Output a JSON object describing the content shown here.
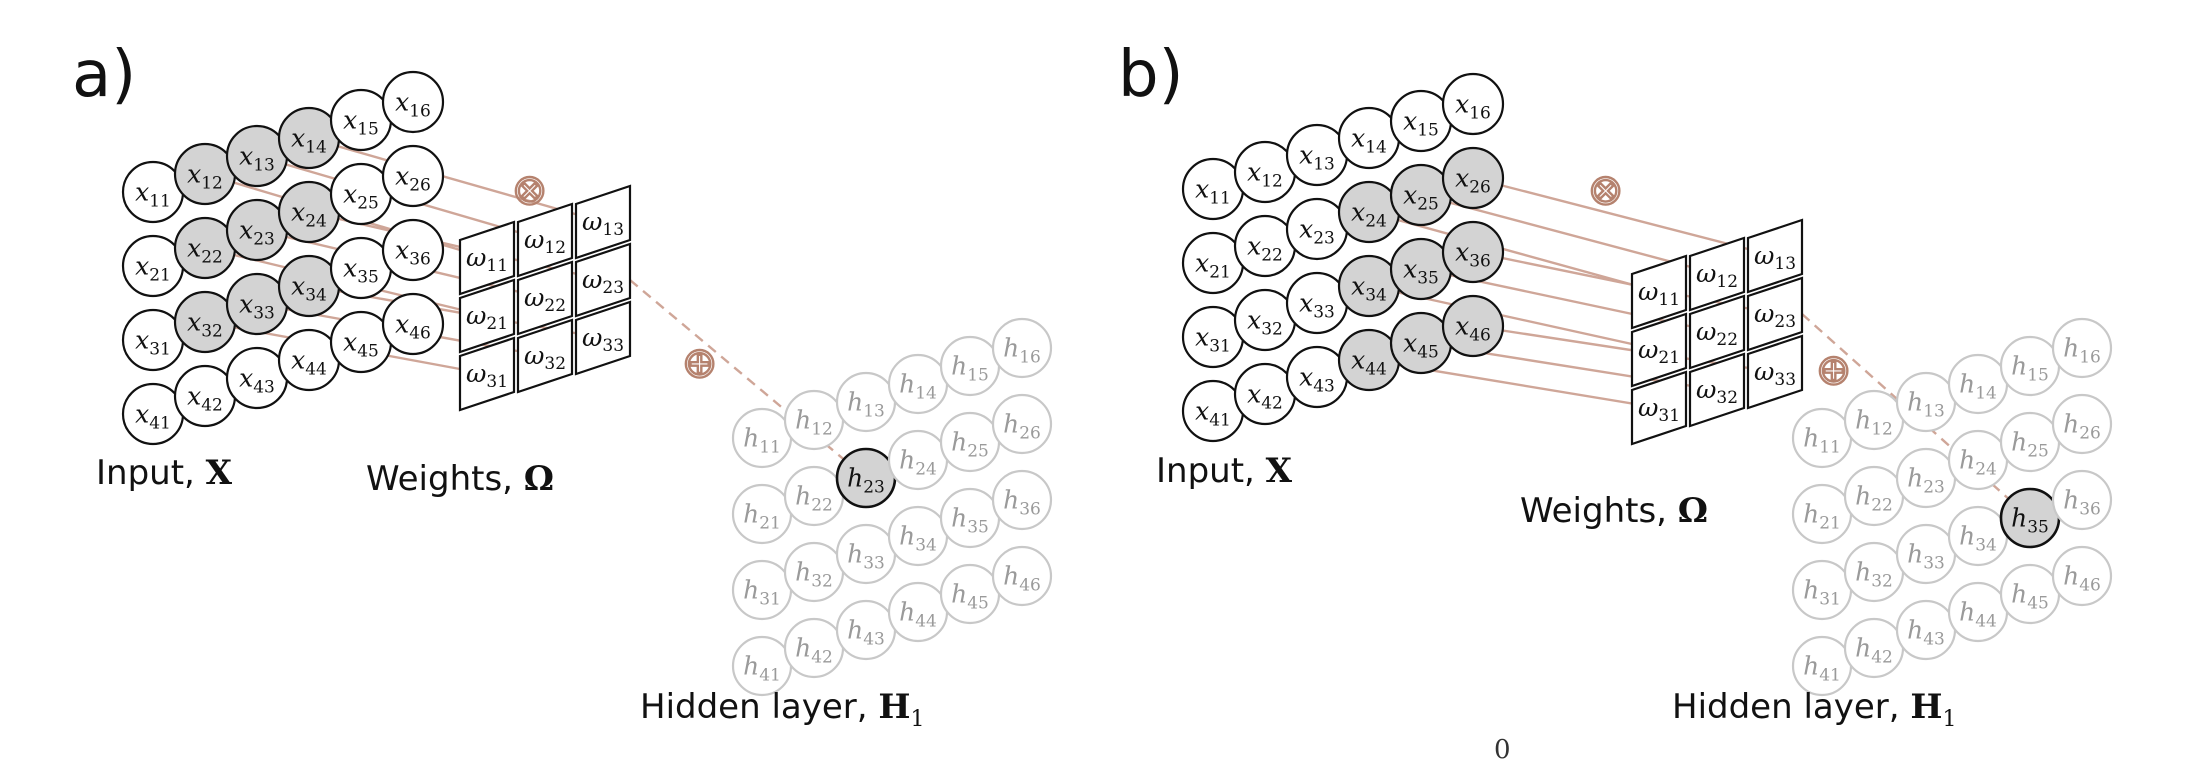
{
  "panels": [
    {
      "id": "a",
      "label": "a)",
      "input_caption": "Input, ",
      "input_symbol": "X",
      "weights_caption": "Weights, ",
      "weights_symbol": "Ω",
      "hidden_caption": "Hidden layer, ",
      "hidden_symbol": "H",
      "hidden_subscript": "1",
      "input_nodes": [
        [
          "11",
          "12",
          "13",
          "14",
          "15",
          "16"
        ],
        [
          "21",
          "22",
          "23",
          "24",
          "25",
          "26"
        ],
        [
          "31",
          "32",
          "33",
          "34",
          "35",
          "36"
        ],
        [
          "41",
          "42",
          "43",
          "44",
          "45",
          "46"
        ]
      ],
      "highlighted_inputs": [
        "12",
        "13",
        "14",
        "22",
        "23",
        "24",
        "32",
        "33",
        "34"
      ],
      "weights": [
        [
          "11",
          "12",
          "13"
        ],
        [
          "21",
          "22",
          "23"
        ],
        [
          "31",
          "32",
          "33"
        ]
      ],
      "hidden_nodes": [
        [
          "11",
          "12",
          "13",
          "14",
          "15",
          "16"
        ],
        [
          "21",
          "22",
          "23",
          "24",
          "25",
          "26"
        ],
        [
          "31",
          "32",
          "33",
          "34",
          "35",
          "36"
        ],
        [
          "41",
          "42",
          "43",
          "44",
          "45",
          "46"
        ]
      ],
      "highlighted_hidden": "23",
      "multiply_symbol": "⊗",
      "add_symbol": "⊕"
    },
    {
      "id": "b",
      "label": "b)",
      "input_caption": "Input, ",
      "input_symbol": "X",
      "weights_caption": "Weights, ",
      "weights_symbol": "Ω",
      "hidden_caption": "Hidden layer, ",
      "hidden_symbol": "H",
      "hidden_subscript": "1",
      "input_nodes": [
        [
          "11",
          "12",
          "13",
          "14",
          "15",
          "16"
        ],
        [
          "21",
          "22",
          "23",
          "24",
          "25",
          "26"
        ],
        [
          "31",
          "32",
          "33",
          "34",
          "35",
          "36"
        ],
        [
          "41",
          "42",
          "43",
          "44",
          "45",
          "46"
        ]
      ],
      "highlighted_inputs": [
        "24",
        "25",
        "26",
        "34",
        "35",
        "36",
        "44",
        "45",
        "46"
      ],
      "weights": [
        [
          "11",
          "12",
          "13"
        ],
        [
          "21",
          "22",
          "23"
        ],
        [
          "31",
          "32",
          "33"
        ]
      ],
      "hidden_nodes": [
        [
          "11",
          "12",
          "13",
          "14",
          "15",
          "16"
        ],
        [
          "21",
          "22",
          "23",
          "24",
          "25",
          "26"
        ],
        [
          "31",
          "32",
          "33",
          "34",
          "35",
          "36"
        ],
        [
          "41",
          "42",
          "43",
          "44",
          "45",
          "46"
        ]
      ],
      "highlighted_hidden": "35",
      "multiply_symbol": "⊗",
      "add_symbol": "⊕"
    }
  ],
  "stray_mark": "0",
  "colors": {
    "node_stroke": "#111111",
    "highlight_fill": "#d3d3d3",
    "hidden_stroke": "#c8c8c8",
    "hidden_text": "#9a9a9a",
    "connector": "#cfa698",
    "operator": "#b5826e",
    "hidden_accent": "#3fa58f"
  }
}
